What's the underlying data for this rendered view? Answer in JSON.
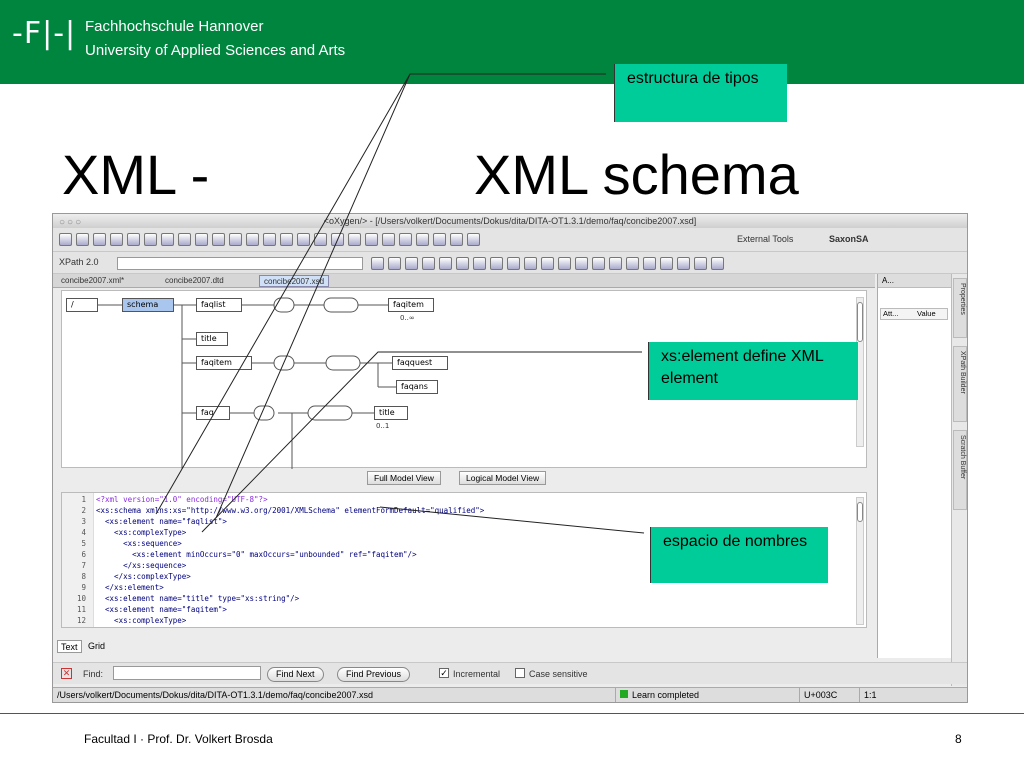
{
  "banner": {
    "logo": "-F|-|",
    "line1": "Fachhochschule Hannover",
    "line2": "University of Applied Sciences and Arts",
    "color": "#00853f"
  },
  "slide": {
    "title_left": "XML -",
    "title_right": "XML schema"
  },
  "callouts": {
    "c1": "estructura de tipos",
    "c2": "xs:element define XML element",
    "c3": "espacio de nombres",
    "color": "#00cc99"
  },
  "app": {
    "window_title": "<oXygen/> - [/Users/volkert/Documents/Dokus/dita/DITA-OT1.3.1/demo/faq/concibe2007.xsd]",
    "external_tools": "External Tools",
    "saxon": "SaxonSA",
    "xpath_label": "XPath 2.0",
    "tabs": [
      "concibe2007.xml*",
      "concibe2007.dtd",
      "concibe2007.xsd"
    ],
    "diagram": {
      "root": "/",
      "schema": "schema",
      "faqlist": "faqlist",
      "faqitem1": "faqitem",
      "occurs1": "0..∞",
      "title": "title",
      "faqitem2": "faqitem",
      "faqquest": "faqquest",
      "faqans": "faqans",
      "faq": "faq",
      "title2": "title",
      "occurs2": "0..1"
    },
    "modes": [
      "Full Model View",
      "Logical Model View"
    ],
    "code": [
      "<?xml version=\"1.0\" encoding=\"UTF-8\"?>",
      "<xs:schema xmlns:xs=\"http://www.w3.org/2001/XMLSchema\" elementFormDefault=\"qualified\">",
      "  <xs:element name=\"faqlist\">",
      "    <xs:complexType>",
      "      <xs:sequence>",
      "        <xs:element minOccurs=\"0\" maxOccurs=\"unbounded\" ref=\"faqitem\"/>",
      "      </xs:sequence>",
      "    </xs:complexType>",
      "  </xs:element>",
      "  <xs:element name=\"title\" type=\"xs:string\"/>",
      "  <xs:element name=\"faqitem\">",
      "    <xs:complexType>"
    ],
    "line_numbers": [
      "1",
      "2",
      "3",
      "4",
      "5",
      "6",
      "7",
      "8",
      "9",
      "10",
      "11",
      "12"
    ],
    "text_tab": "Text",
    "grid_tab": "Grid",
    "find_label": "Find:",
    "find_next": "Find Next",
    "find_prev": "Find Previous",
    "incremental": "Incremental",
    "case_sensitive": "Case sensitive",
    "status_path": "/Users/volkert/Documents/Dokus/dita/DITA-OT1.3.1/demo/faq/concibe2007.xsd",
    "status_msg": "Learn completed",
    "status_char": "U+003C",
    "status_pos": "1:1",
    "props": {
      "att": "Att...",
      "value": "Value",
      "win": "A..."
    },
    "side_tabs": [
      "Properties",
      "XPath Builder",
      "Scratch Buffer"
    ]
  },
  "footer": {
    "left": "Facultad I · Prof. Dr. Volkert Brosda",
    "right": "8"
  }
}
